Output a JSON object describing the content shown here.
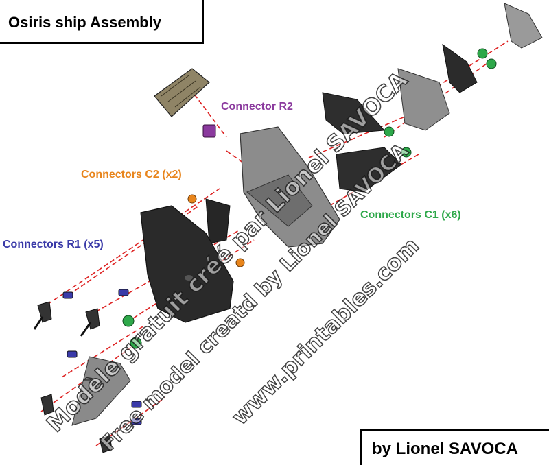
{
  "title": "Osiris ship Assembly",
  "credit": "by Lionel SAVOCA",
  "labels": {
    "connector_r2": "Connector R2",
    "connectors_c2": "Connectors C2 (x2)",
    "connectors_c1": "Connectors C1 (x6)",
    "connectors_r1": "Connectors R1 (x5)"
  },
  "watermarks": {
    "line1": "Modèle gratuit créé par Lionel SAVOCA",
    "line2": "Free model creatd by Lionel SAVOCA",
    "line3": "www.printables.com"
  },
  "colors": {
    "connector_r2": "#8b3a9e",
    "connectors_c2": "#e8851c",
    "connectors_c1": "#2ea84a",
    "connectors_r1": "#3a3aa8",
    "guide_line": "#dd2222",
    "part_light": "#8c8c8c",
    "part_dark": "#2a2a2a"
  }
}
